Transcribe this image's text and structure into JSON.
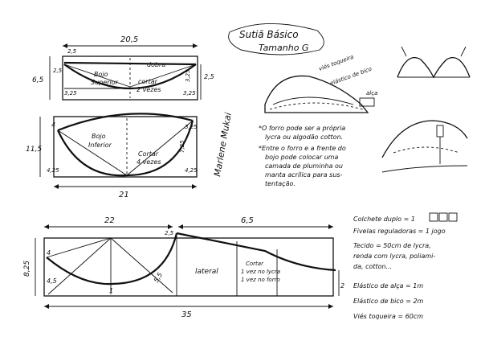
{
  "title": {
    "line1": "Sutiã Básico",
    "line2": "Tamanho G"
  },
  "upper_cup": {
    "width": "20,5",
    "fold": "dobra",
    "name_line1": "Bojo",
    "name_line2": "Superior",
    "cut_line1": "cortar",
    "cut_line2": "2 vezes",
    "left_h": "6,5",
    "right_h": "2,5",
    "left_top": "2,5",
    "left_inner": "2,5",
    "left_bottom": "3,25",
    "right_bottom": "3,25",
    "right_mark": "3,25"
  },
  "lower_cup": {
    "width": "21",
    "name_line1": "Bojo",
    "name_line2": "Inferior",
    "cut_line1": "Cortar",
    "cut_line2": "4 vezes",
    "left_h": "11,5",
    "left_top": "4",
    "left_bottom": "4,25",
    "right_top": "3,25",
    "right_mid": "7,25",
    "right_bottom": "4,25"
  },
  "band": {
    "width_left": "22",
    "width_right": "6,5",
    "total": "35",
    "left_h": "8,25",
    "left_top": "4",
    "left_low": "4,5",
    "center_mark": "1",
    "mid_mark": "5,5",
    "top_mark": "2,5",
    "lateral": "lateral",
    "cut_line1": "Cortar",
    "cut_line2": "1 vez no lycra",
    "cut_line3": "1 vez no forro",
    "right_h": "2"
  },
  "notes": {
    "vies": "viés toqueira",
    "elastico_bico": "elástico de bico",
    "alca": "alça",
    "lines": [
      "*O forro pode ser a própria",
      "lycra ou algodão cotton.",
      "*Entre o forro e a frente do",
      "bojo pode colocar uma",
      "camada de pluminha ou",
      "manta acrílica para sus-",
      "tentação."
    ]
  },
  "signature": "Marlene Mukai",
  "materials": [
    "Colchete duplo = 1",
    "Fivelas reguladoras = 1 jogo",
    "Tecido = 50cm de lycra,",
    "renda com lycra, poliami-",
    "da, cotton...",
    "Elástico de alça = 1m",
    "Elástico de bico = 2m",
    "Viés toqueira = 60cm"
  ]
}
